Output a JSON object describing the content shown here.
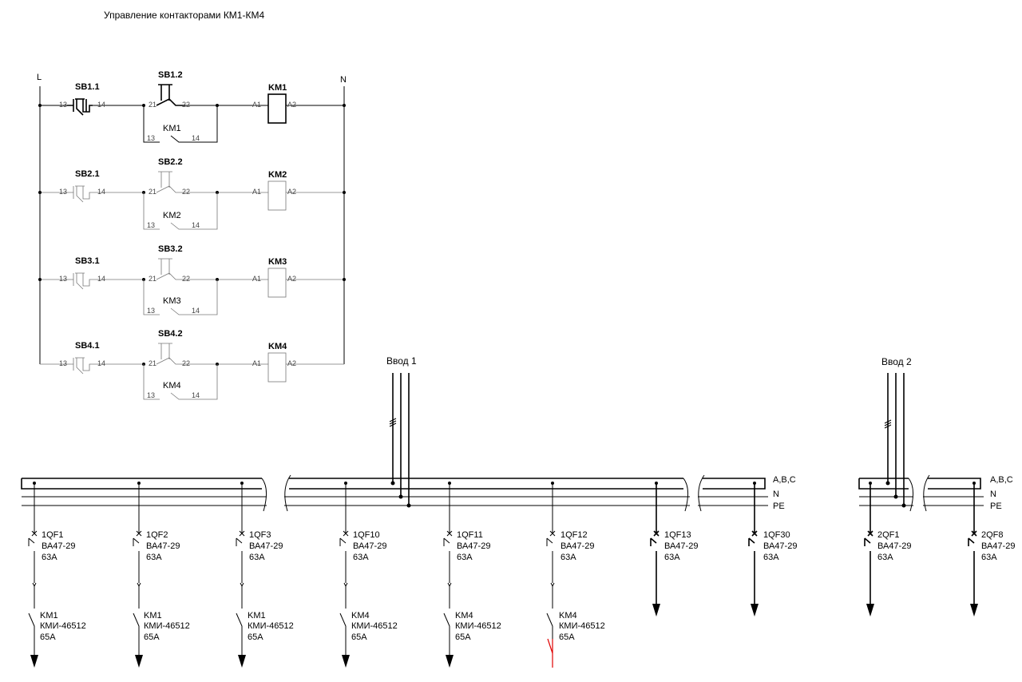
{
  "title": "Управление контакторами КМ1-КМ4",
  "control": {
    "left_rail": "L",
    "right_rail": "N",
    "rungs": [
      {
        "stop_btn": "SB1.1",
        "start_btn": "SB1.2",
        "aux": "KM1",
        "coil": "KM1"
      },
      {
        "stop_btn": "SB2.1",
        "start_btn": "SB2.2",
        "aux": "KM2",
        "coil": "KM2"
      },
      {
        "stop_btn": "SB3.1",
        "start_btn": "SB3.2",
        "aux": "KM3",
        "coil": "KM3"
      },
      {
        "stop_btn": "SB4.1",
        "start_btn": "SB4.2",
        "aux": "KM4",
        "coil": "KM4"
      }
    ],
    "pins": {
      "p13": "13",
      "p14": "14",
      "p21": "21",
      "p22": "22",
      "a1": "A1",
      "a2": "A2"
    }
  },
  "inputs": [
    {
      "label": "Ввод 1"
    },
    {
      "label": "Ввод 2"
    }
  ],
  "bus_labels": {
    "phase": "A,B,C",
    "neutral": "N",
    "pe": "PE"
  },
  "feeders": [
    {
      "breaker": "1QF1",
      "breaker_type": "ВА47-29",
      "breaker_rating": "63A",
      "contactor": "KM1",
      "contactor_type": "КМИ-46512",
      "contactor_rating": "65A"
    },
    {
      "breaker": "1QF2",
      "breaker_type": "ВА47-29",
      "breaker_rating": "63A",
      "contactor": "KM1",
      "contactor_type": "КМИ-46512",
      "contactor_rating": "65A"
    },
    {
      "breaker": "1QF3",
      "breaker_type": "ВА47-29",
      "breaker_rating": "63A",
      "contactor": "KM1",
      "contactor_type": "КМИ-46512",
      "contactor_rating": "65A"
    },
    {
      "breaker": "1QF10",
      "breaker_type": "ВА47-29",
      "breaker_rating": "63A",
      "contactor": "KM4",
      "contactor_type": "КМИ-46512",
      "contactor_rating": "65A"
    },
    {
      "breaker": "1QF11",
      "breaker_type": "ВА47-29",
      "breaker_rating": "63A",
      "contactor": "KM4",
      "contactor_type": "КМИ-46512",
      "contactor_rating": "65A"
    },
    {
      "breaker": "1QF12",
      "breaker_type": "ВА47-29",
      "breaker_rating": "63A",
      "contactor": "KM4",
      "contactor_type": "КМИ-46512",
      "contactor_rating": "65A"
    },
    {
      "breaker": "1QF13",
      "breaker_type": "ВА47-29",
      "breaker_rating": "63A"
    },
    {
      "breaker": "1QF30",
      "breaker_type": "ВА47-29",
      "breaker_rating": "63A"
    },
    {
      "breaker": "2QF1",
      "breaker_type": "ВА47-29",
      "breaker_rating": "63A"
    },
    {
      "breaker": "2QF8",
      "breaker_type": "ВА47-29",
      "breaker_rating": "63A"
    }
  ],
  "highlight_color": "#e00000"
}
